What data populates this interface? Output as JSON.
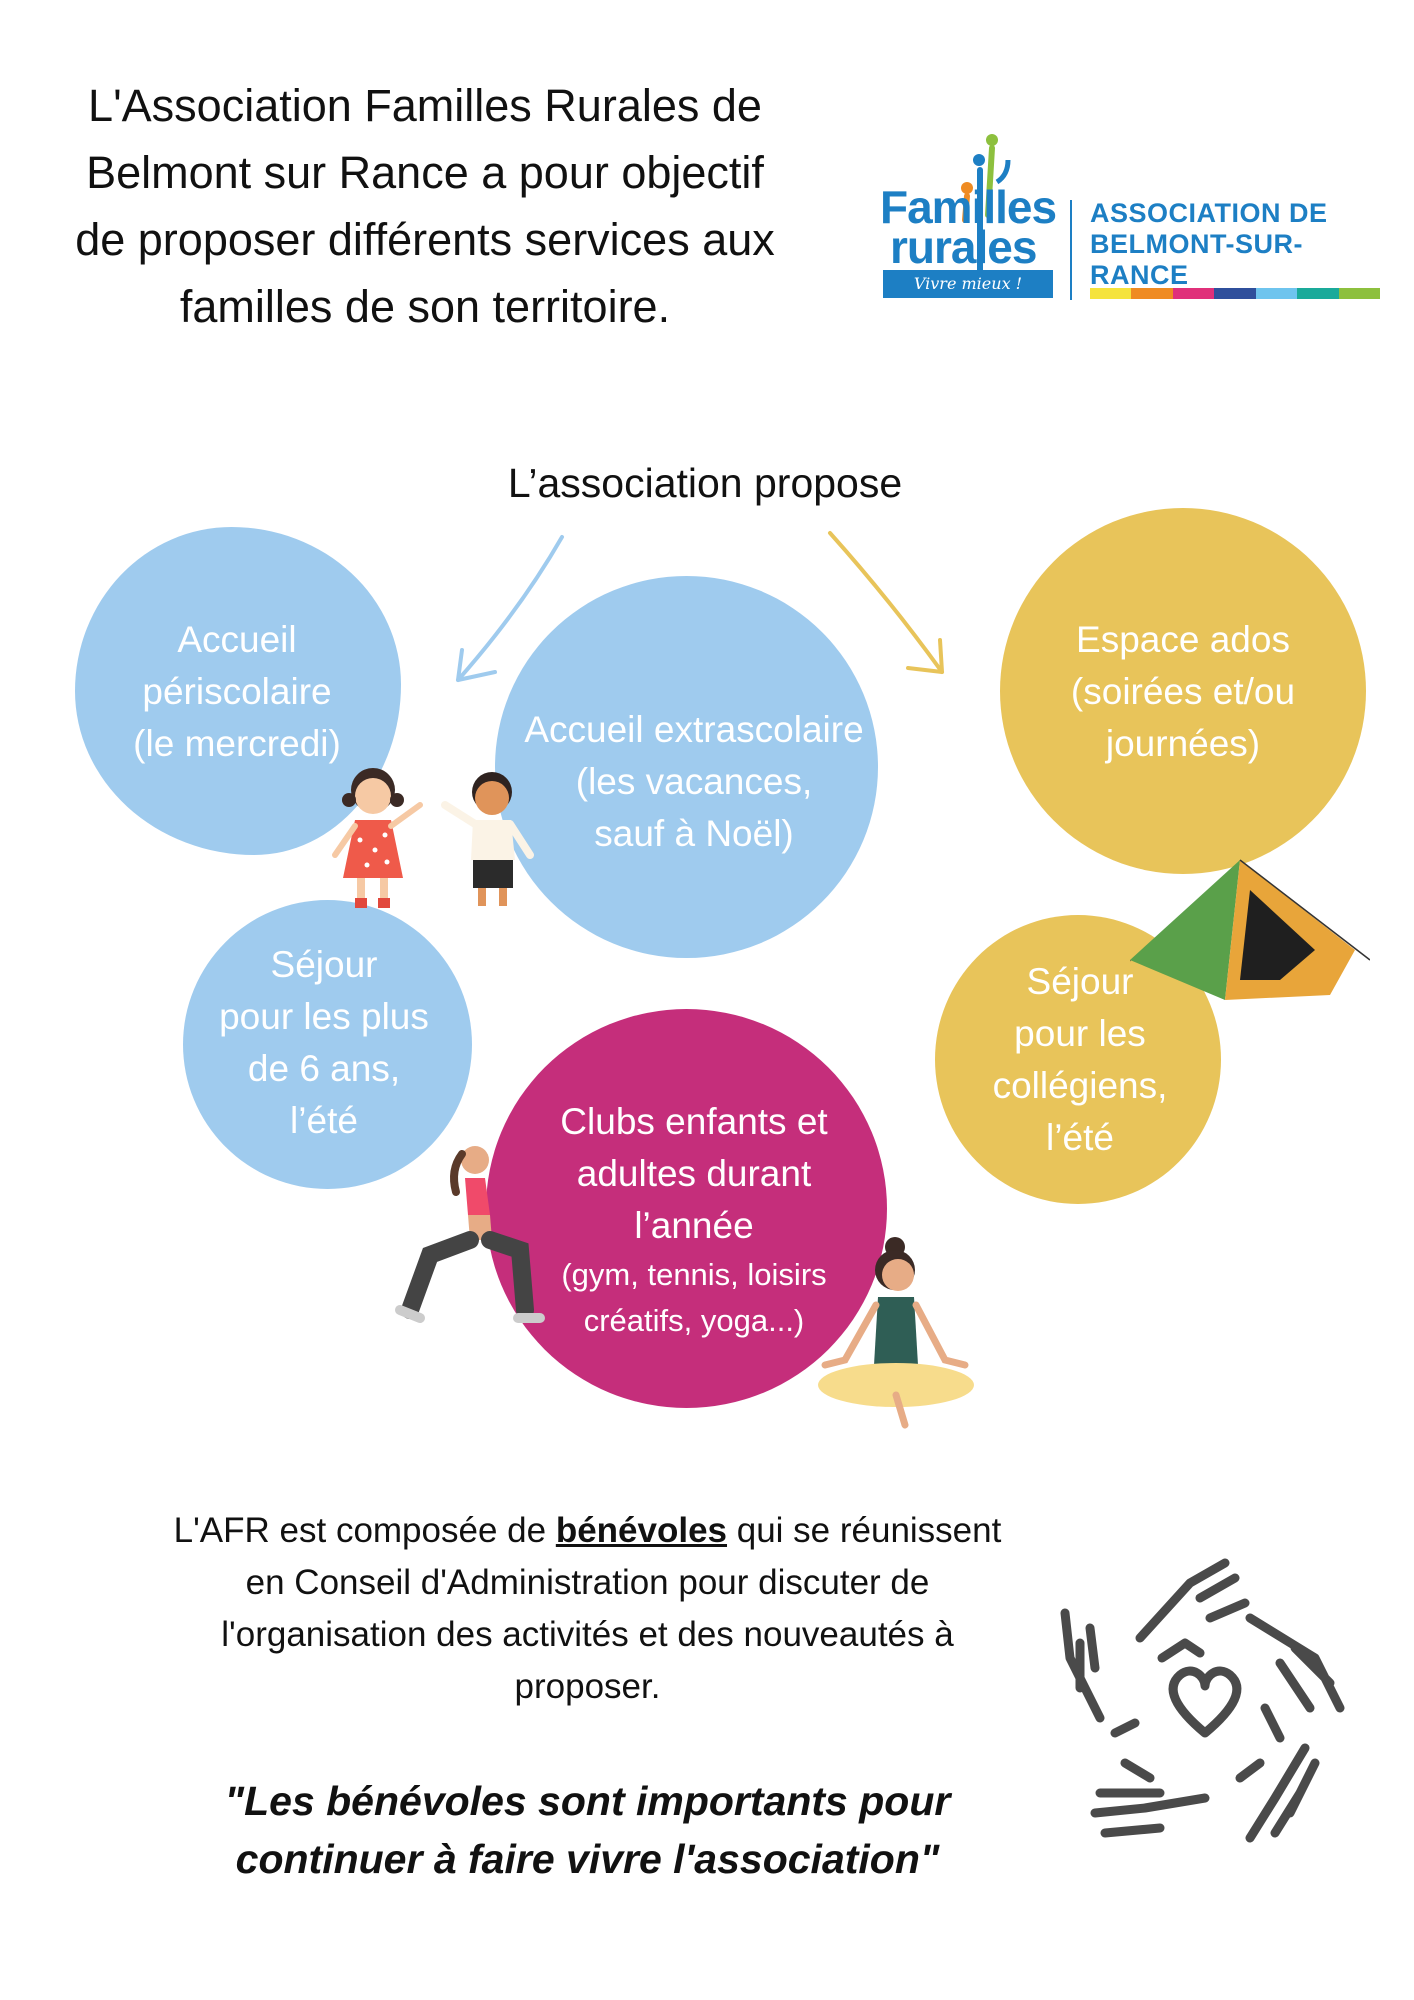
{
  "header": {
    "title_lines": [
      "L'Association Familles Rurales de",
      "Belmont sur Rance a pour objectif",
      "de proposer différents services aux",
      "familles de son territoire."
    ]
  },
  "logo": {
    "brand_line1": "Familles",
    "brand_line2": "rurales",
    "tagline": "Vivre mieux !",
    "assoc_line1": "ASSOCIATION DE",
    "assoc_line2": "BELMONT-SUR-RANCE",
    "stripe_colors": [
      "#f5e33c",
      "#ef8b22",
      "#e0307a",
      "#2f4f9c",
      "#6ec4ee",
      "#1aaa9a",
      "#8dc03e"
    ]
  },
  "services": {
    "heading": "L’association propose",
    "colors": {
      "blue": "#9fcbee",
      "gold": "#e8c45a",
      "magenta": "#c52e7b"
    },
    "periscolaire": [
      "Accueil",
      "périscolaire",
      "(le mercredi)"
    ],
    "extrascolaire": [
      "Accueil extrascolaire",
      "(les vacances,",
      "sauf à Noël)"
    ],
    "ados": [
      "Espace ados",
      "(soirées et/ou",
      "journées)"
    ],
    "sejour6": [
      "Séjour",
      "pour les plus",
      "de 6 ans,",
      "l’été"
    ],
    "colleges": [
      "Séjour",
      "pour les",
      "collégiens,",
      "l’été"
    ],
    "clubs": [
      "Clubs enfants et",
      "adultes durant",
      "l’année"
    ],
    "clubs_detail": [
      "(gym, tennis, loisirs",
      "créatifs, yoga...)"
    ]
  },
  "footer": {
    "line1_pre": "L'AFR est composée de ",
    "line1_bold": "bénévoles",
    "line1_post": " qui se réunissent",
    "line2": "en Conseil d'Administration pour discuter de",
    "line3": "l'organisation des activités et des nouveautés à",
    "line4": "proposer.",
    "quote_line1": "\"Les bénévoles sont importants pour",
    "quote_line2": "continuer à faire vivre l'association\""
  }
}
